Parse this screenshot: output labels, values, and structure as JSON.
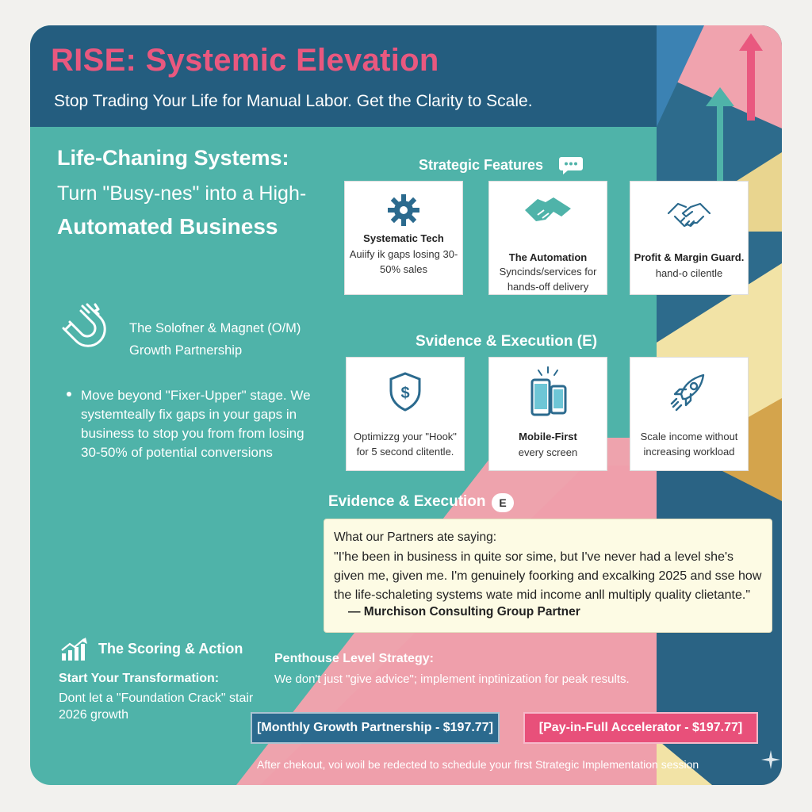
{
  "header": {
    "title": "RISE: Systemic Elevation",
    "subtitle": "Stop Trading Your Life for Manual Labor. Get the Clarity to Scale."
  },
  "hero": {
    "line1": "Life-Chaning Systems:",
    "line2": "Turn \"Busy-nes\" into a High-",
    "line3": "Automated Business"
  },
  "partnership": {
    "icon": "magnet-icon",
    "line1": "The Solofner & Magnet (O/M)",
    "line2": "Growth Partnership"
  },
  "bullet": "Move beyond \"Fixer-Upper\" stage. We systemteally fix gaps in your gaps in business to stop you from from losing 30-50% of potential conversions",
  "features_section": {
    "title": "Strategic Features",
    "icon": "chat-bubble-icon",
    "cards": [
      {
        "icon": "gear-icon",
        "title": "Systematic Tech",
        "desc": "Auiify ik gaps losing 30-50% sales"
      },
      {
        "icon": "handshake-icon",
        "title": "The Automation",
        "desc": "Syncinds/services for hands-off delivery"
      },
      {
        "icon": "handshake-outline-icon",
        "title": "Profit & Margin Guard.",
        "desc": "hand-o cilentle"
      }
    ]
  },
  "svidence_section": {
    "title": "Svidence & Execution (E)",
    "cards": [
      {
        "icon": "shield-dollar-icon",
        "title": "",
        "desc": "Optimizzg your \"Hook\" for 5 second clitentle."
      },
      {
        "icon": "mobile-devices-icon",
        "title": "Mobile-First",
        "desc": "every screen"
      },
      {
        "icon": "rocket-icon",
        "title": "",
        "desc": "Scale income without increasing workload"
      }
    ]
  },
  "evidence": {
    "title": "Evidence & Execution",
    "badge": "E",
    "lead": "What our Partners ate saying:",
    "quote": "\"I'he been in business in quite sor sime, but I've never had a level she's given me, given me. I'm genuinely foorking and excalking 2025 and sse how the life-schaleting systems wate mid income anll multiply quality clietante.\"",
    "author": "— Murchison Consulting Group Partner"
  },
  "scoring": {
    "icon": "growth-chart-icon",
    "title": "The Scoring & Action",
    "start_title": "Start Your Transformation:",
    "start_body": "Dont let a \"Foundation Crack\" stair 2026 growth"
  },
  "penthouse": {
    "title": "Penthouse Level Strategy:",
    "body": "We don't just \"give advice\"; implement inptinization for peak results."
  },
  "buttons": {
    "monthly": "[Monthly Growth Partnership - $197.77]",
    "full": "[Pay-in-Full Accelerator - $197.77]"
  },
  "footer": {
    "note": "After chekout, voi woil be redected to schedule your first Strategic Implementation session"
  },
  "colors": {
    "teal": "#4fb3a9",
    "navy": "#245d7f",
    "pink": "#e9587f",
    "blush": "#eea3ad",
    "gold": "#d4a44c",
    "cream": "#f2e3a6"
  }
}
